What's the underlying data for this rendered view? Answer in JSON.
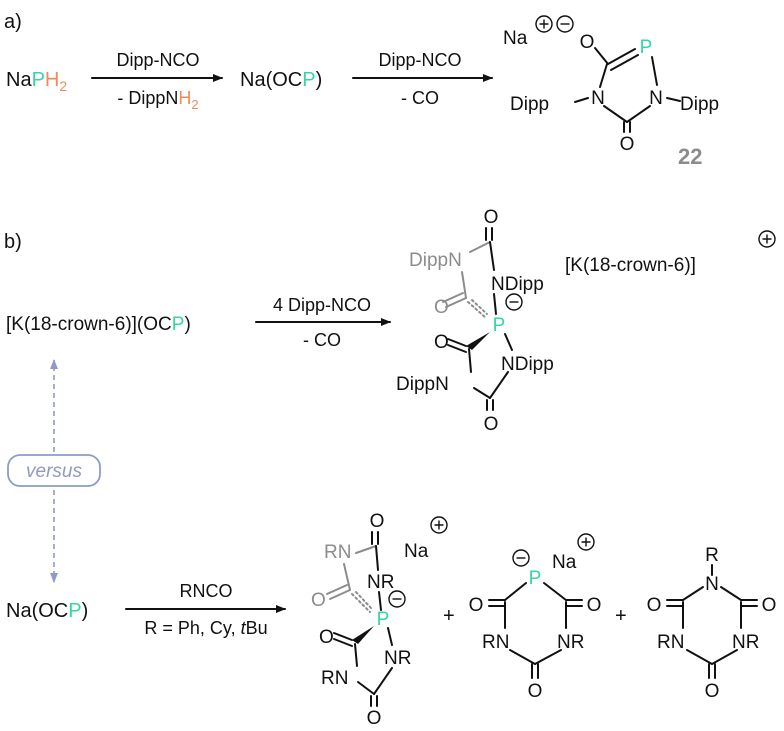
{
  "part_a": {
    "label": "a)",
    "start_na": "Na",
    "start_p": "P",
    "start_h": "H",
    "start_sub": "2",
    "arrow1_top": "Dipp-NCO",
    "arrow1_bottom_pre": "- DippN",
    "arrow1_bottom_h": "H",
    "arrow1_bottom_sub": "2",
    "intermediate_pre": "Na(OC",
    "intermediate_p": "P",
    "intermediate_post": ")",
    "arrow2_top": "Dipp-NCO",
    "arrow2_bottom": "- CO",
    "product": {
      "cation": "Na",
      "oxygen_exo": "O",
      "phosphorus": "P",
      "nitrogen_left": "N",
      "nitrogen_right": "N",
      "sub_left": "Dipp",
      "sub_right": "Dipp",
      "oxygen_carbonyl": "O"
    },
    "compound_number": "22"
  },
  "part_b": {
    "label": "b)",
    "reagent": "[K(18-crown-6)](OC",
    "reagent_p": "P",
    "reagent_close": ")",
    "arrow_top": "4 Dipp-NCO",
    "arrow_bottom": "- CO",
    "cation": "[K(18-crown-6)]",
    "product": {
      "top_o": "O",
      "top_dippn": "DippN",
      "top_ndipp": "NDipp",
      "top_inner_o": "O",
      "phosphorus": "P",
      "bottom_o_left": "O",
      "bottom_ndipp": "NDipp",
      "bottom_dippn": "DippN",
      "bottom_o": "O"
    },
    "versus": "versus",
    "reagent2": "Na(OC",
    "reagent2_p": "P",
    "reagent2_close": ")",
    "arrow2_top": "RNCO",
    "arrow2_bottom_pre": "R = Ph, Cy, ",
    "arrow2_bottom_italic": "t",
    "arrow2_bottom_post": "Bu",
    "product2": {
      "top_o": "O",
      "top_rn": "RN",
      "top_nr": "NR",
      "top_inner_o": "O",
      "phosphorus": "P",
      "bottom_o_left": "O",
      "bottom_nr": "NR",
      "bottom_rn": "RN",
      "bottom_o": "O",
      "cation": "Na"
    },
    "plus1": "+",
    "product3": {
      "phosphorus": "P",
      "cation": "Na",
      "o_left": "O",
      "o_right": "O",
      "n_left": "RN",
      "n_right": "NR",
      "o_bottom": "O"
    },
    "plus2": "+",
    "product4": {
      "r_top": "R",
      "n_top": "N",
      "o_left": "O",
      "o_right": "O",
      "n_left": "RN",
      "n_right": "NR",
      "o_bottom": "O"
    }
  }
}
